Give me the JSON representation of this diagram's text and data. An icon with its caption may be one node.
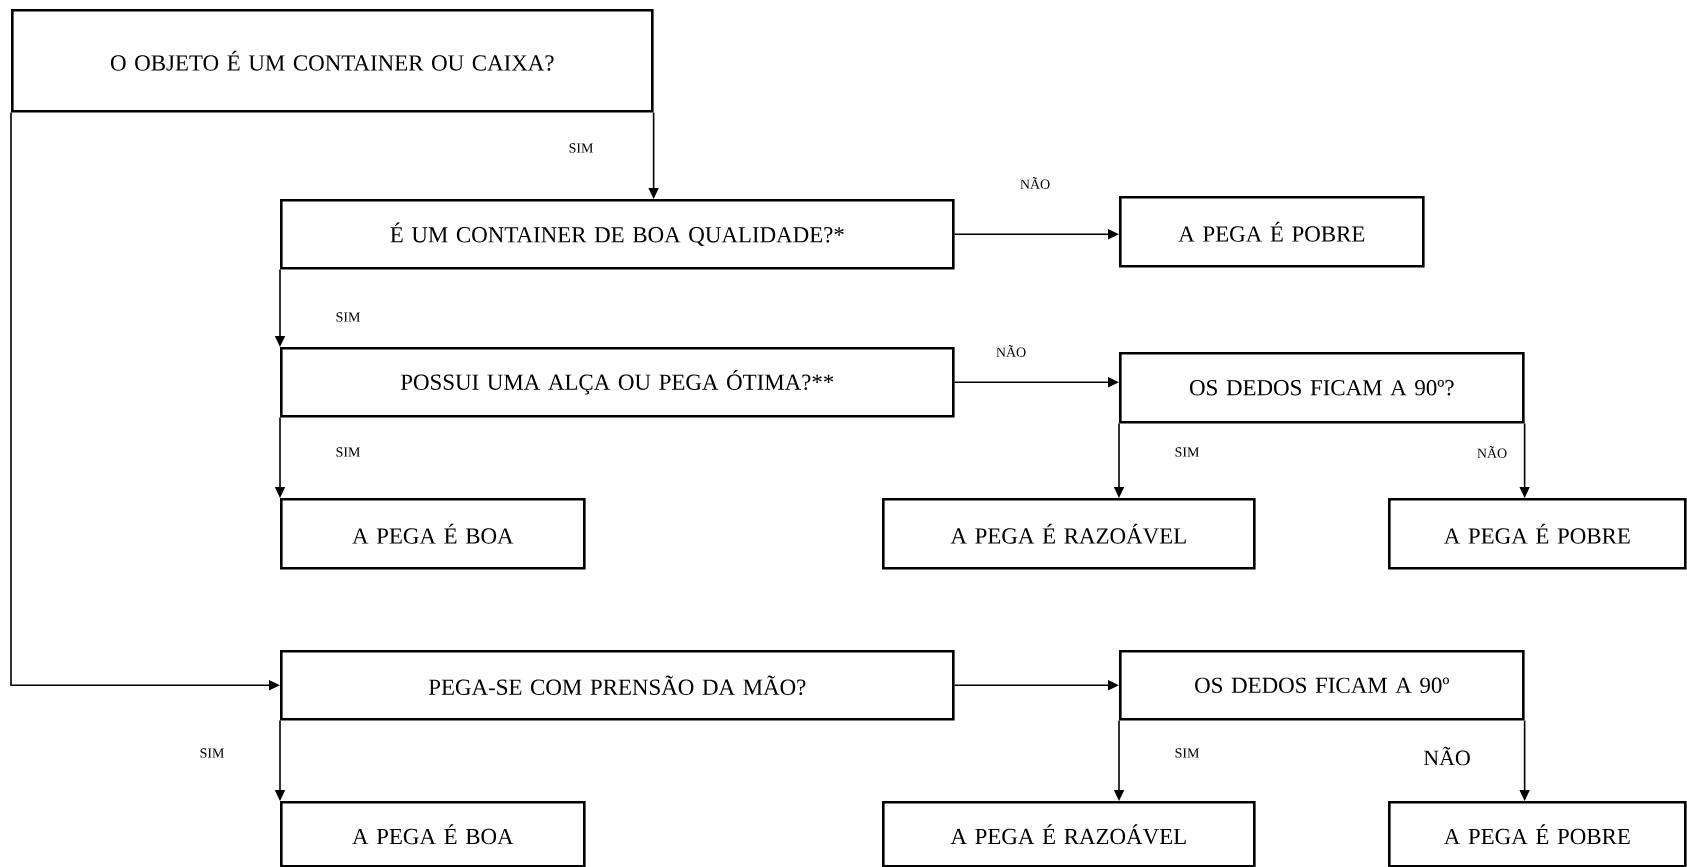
{
  "diagram": {
    "nodes": [
      {
        "text": [
          "O OBJETO É UM CONTAINER OU CAIXA?"
        ]
      },
      {
        "text": [
          "É UM CONTAINER DE BOA QUALIDADE?*"
        ]
      },
      {
        "text": [
          "A PEGA É POBRE"
        ]
      },
      {
        "text": [
          "POSSUI UMA ALÇA OU PEGA ÓTIMA?**"
        ]
      },
      {
        "text": [
          "OS DEDOS FICAM A 90º?"
        ]
      },
      {
        "text": [
          "A PEGA É BOA"
        ]
      },
      {
        "text": [
          "A PEGA É RAZOÁVEL"
        ]
      },
      {
        "text": [
          "A PEGA É POBRE"
        ]
      },
      {
        "text": [
          "PEGA-SE COM PRENSÃO DA MÃO?"
        ]
      },
      {
        "text": [
          "OS DEDOS FICAM A 90º"
        ]
      },
      {
        "text": [
          "A PEGA É BOA"
        ]
      },
      {
        "text": [
          "A PEGA É RAZOÁVEL"
        ]
      },
      {
        "text": [
          "A PEGA É POBRE"
        ]
      }
    ],
    "edges": [
      {
        "from": 0,
        "to": 1,
        "arrow": "to",
        "label": "SIM"
      },
      {
        "from": 1,
        "to": 2,
        "arrow": "to",
        "label": "NÃO"
      },
      {
        "from": 1,
        "to": 3,
        "arrow": "to",
        "label": "SIM"
      },
      {
        "from": 3,
        "to": 4,
        "arrow": "to",
        "label": "NÃO"
      },
      {
        "from": 3,
        "to": 5,
        "arrow": "to",
        "label": "SIM"
      },
      {
        "from": 4,
        "to": 6,
        "arrow": "to",
        "label": "SIM"
      },
      {
        "from": 4,
        "to": 7,
        "arrow": "to",
        "label": "NÃO"
      },
      {
        "from": 0,
        "to": 8,
        "arrow": "to"
      },
      {
        "from": 8,
        "to": 9,
        "arrow": "to"
      },
      {
        "from": 8,
        "to": 10,
        "arrow": "to",
        "label": "SIM"
      },
      {
        "from": 9,
        "to": 11,
        "arrow": "to",
        "label": "SIM"
      },
      {
        "from": 9,
        "to": 12,
        "arrow": "to",
        "label": "NÃO"
      }
    ]
  }
}
